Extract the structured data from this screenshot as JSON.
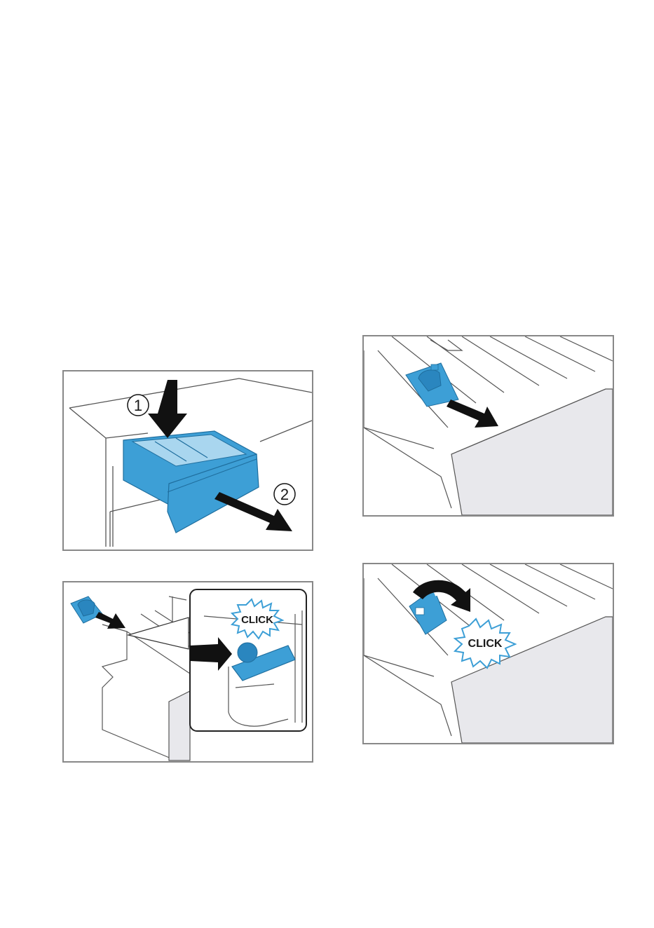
{
  "figures": {
    "fig1": {
      "step_1": "1",
      "step_2": "2"
    },
    "fig3": {
      "click_label": "CLICK"
    },
    "fig4": {
      "click_label": "CLICK"
    }
  },
  "colors": {
    "blue": "#3d9fd6",
    "blue_dark": "#1f6e9e",
    "blue_light": "#a9d6ef",
    "line": "#555555",
    "panel_border": "#888888",
    "drawer_grey": "#e8e8ec",
    "click_star": "#3d9fd6"
  },
  "icons": [
    "arrow-down-icon",
    "arrow-right-icon",
    "click-burst-icon",
    "rotate-arrow-icon"
  ]
}
